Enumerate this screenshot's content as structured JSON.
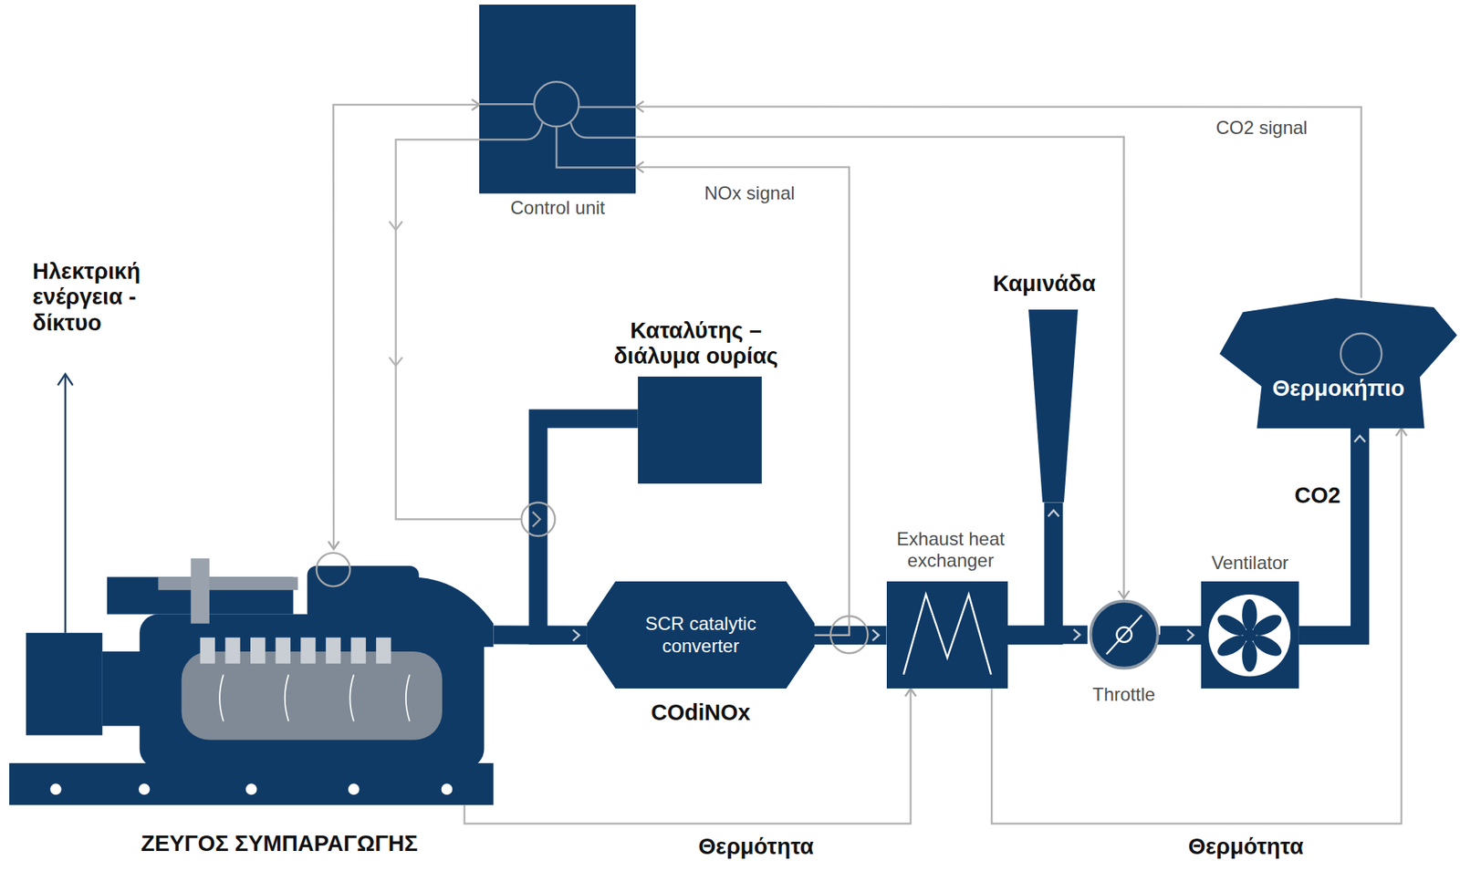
{
  "diagram": {
    "nodes": [
      {
        "text": [
          "Control unit"
        ]
      },
      {
        "text": [
          "ΖΕΥΓΟΣ ΣΥΜΠΑΡΑΓΩΓΗΣ"
        ]
      },
      {
        "text": [
          "Καταλύτης – διάλυμα ουρίας"
        ]
      },
      {
        "text": [
          "SCR catalytic converter",
          "COdiNOx"
        ]
      },
      {
        "text": [
          "Exhaust heat exchanger"
        ]
      },
      {
        "text": [
          "Καμινάδα"
        ]
      },
      {
        "text": [
          "Throttle"
        ]
      },
      {
        "text": [
          "Ventilator"
        ]
      },
      {
        "text": [
          "Θερμοκήπιο"
        ]
      }
    ],
    "edges": [
      {
        "from": 1,
        "to": 3,
        "arrow": "to"
      },
      {
        "from": 2,
        "to": 3,
        "arrow": "to"
      },
      {
        "from": 3,
        "to": 4,
        "arrow": "to"
      },
      {
        "from": 4,
        "to": 5,
        "arrow": "to"
      },
      {
        "from": 4,
        "to": 6,
        "arrow": "to"
      },
      {
        "from": 6,
        "to": 7,
        "arrow": "to"
      },
      {
        "from": 7,
        "to": 8,
        "arrow": "to",
        "label": "CO2"
      },
      {
        "from": 8,
        "to": 0,
        "arrow": "to",
        "label": "CO2 signal"
      },
      {
        "from": 3,
        "to": 0,
        "arrow": "to",
        "label": "NOx signal"
      },
      {
        "from": 0,
        "to": 6,
        "arrow": "to"
      },
      {
        "from": 0,
        "to": 1,
        "arrow": "both"
      },
      {
        "from": 1,
        "to": 4,
        "arrow": "to",
        "label": "Θερμότητα"
      },
      {
        "from": 4,
        "to": 8,
        "arrow": "to",
        "label": "Θερμότητα"
      }
    ],
    "labels": [
      "Ηλεκτρική ενέργεια - δίκτυο"
    ]
  }
}
